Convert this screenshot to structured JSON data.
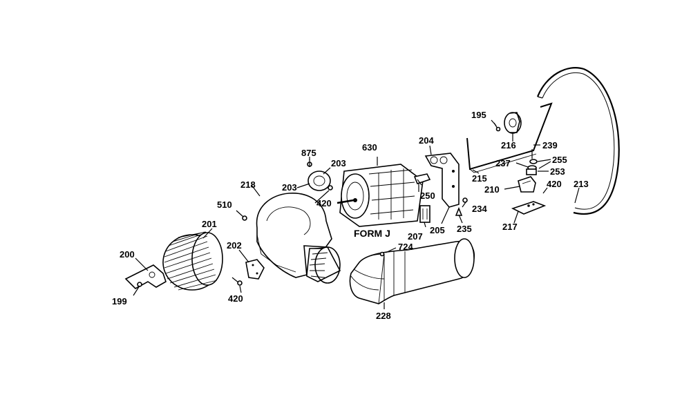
{
  "title_code": "FORM J",
  "labels": {
    "p195": "195",
    "p199": "199",
    "p200": "200",
    "p201": "201",
    "p202": "202",
    "p203a": "203",
    "p203b": "203",
    "p204": "204",
    "p205": "205",
    "p207": "207",
    "p210": "210",
    "p213": "213",
    "p215": "215",
    "p216": "216",
    "p217": "217",
    "p218": "218",
    "p228": "228",
    "p234": "234",
    "p235": "235",
    "p237": "237",
    "p239": "239",
    "p250": "250",
    "p253": "253",
    "p255": "255",
    "p420a": "420",
    "p420b": "420",
    "p420c": "420",
    "p510": "510",
    "p630": "630",
    "p724": "724",
    "p875": "875"
  },
  "colors": {
    "ink": "#000000",
    "paper": "#ffffff"
  }
}
